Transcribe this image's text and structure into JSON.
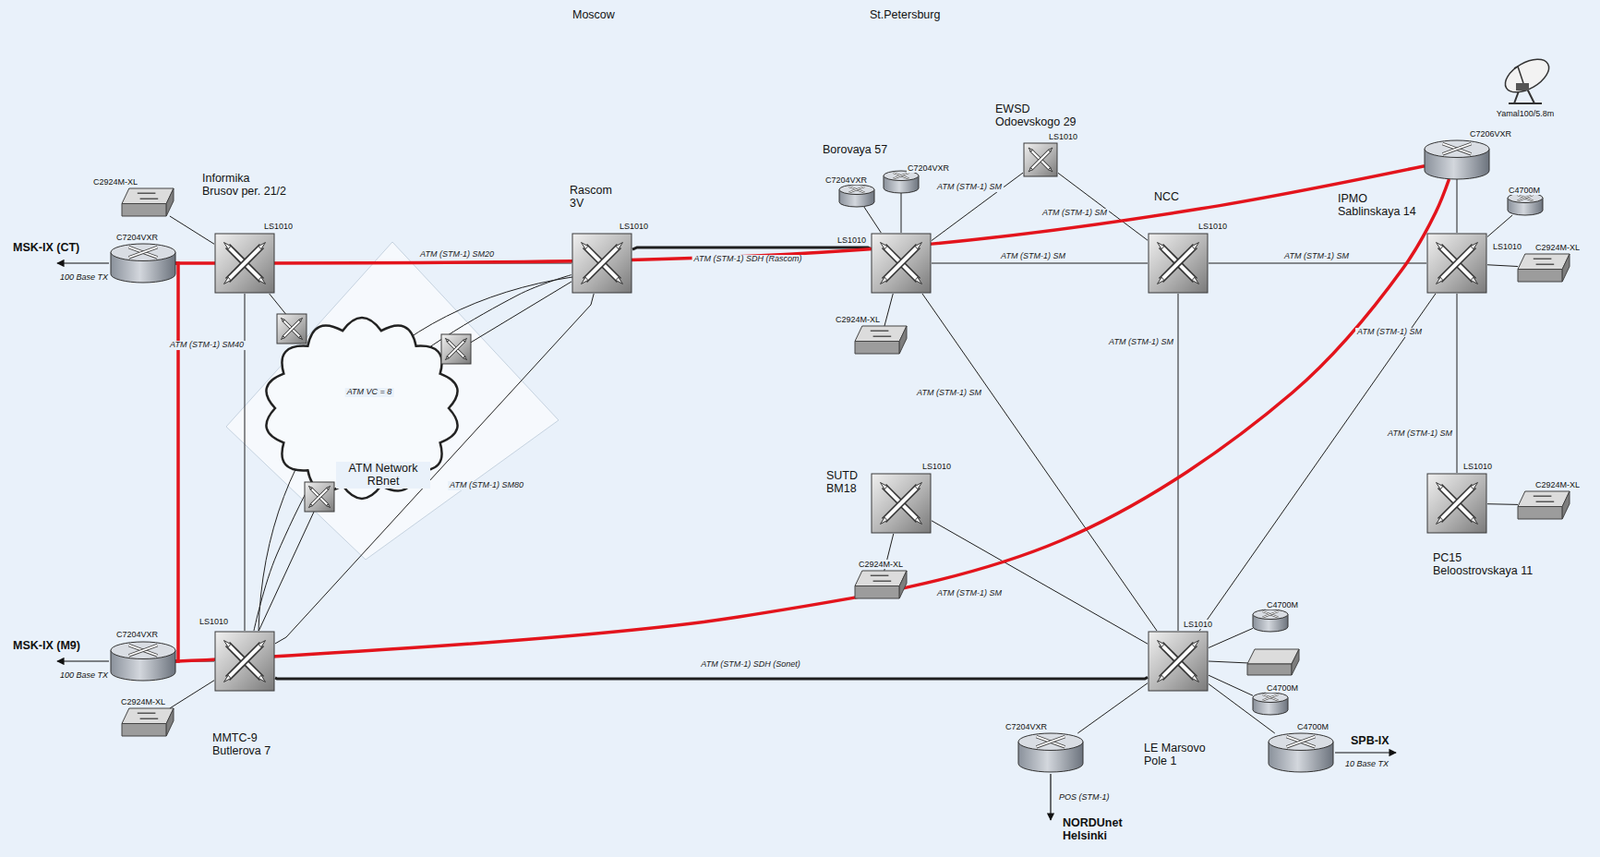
{
  "diagram": {
    "nodes": [
      {
        "text": [
          "Informika Brusov per. 21/2",
          "LS1010"
        ]
      },
      {
        "text": [
          "C7204VXR"
        ]
      },
      {
        "text": [
          "C2924M-XL"
        ]
      },
      {
        "text": [
          "Rascom 3V",
          "LS1010"
        ]
      },
      {
        "text": [
          "ATM Network RBnet"
        ]
      },
      {
        "text": [
          "MMTC-9 Butlerova 7",
          "LS1010"
        ]
      },
      {
        "text": [
          "C7204VXR"
        ]
      },
      {
        "text": [
          "C2924M-XL"
        ]
      },
      {
        "text": [
          "Borovaya 57",
          "LS1010"
        ]
      },
      {
        "text": [
          "C7204VXR"
        ]
      },
      {
        "text": [
          "C7204VXR"
        ]
      },
      {
        "text": [
          "C2924M-XL"
        ]
      },
      {
        "text": [
          "EWSD Odoevskogo 29",
          "LS1010"
        ]
      },
      {
        "text": [
          "NCC",
          "LS1010"
        ]
      },
      {
        "text": [
          "C7206VXR"
        ]
      },
      {
        "text": [
          "Yamal100/5.8m"
        ]
      },
      {
        "text": [
          "IPMO Sablinskaya 14",
          "LS1010"
        ]
      },
      {
        "text": [
          "C4700M"
        ]
      },
      {
        "text": [
          "C2924M-XL"
        ]
      },
      {
        "text": [
          "PC15 Beloostrovskaya 11",
          "LS1010"
        ]
      },
      {
        "text": [
          "C2924M-XL"
        ]
      },
      {
        "text": [
          "SUTD BM18",
          "LS1010"
        ]
      },
      {
        "text": [
          "C2924M-XL"
        ]
      },
      {
        "text": [
          "LE Marsovo Pole 1",
          "LS1010"
        ]
      },
      {
        "text": [
          "C4700M"
        ]
      },
      {
        "text": [
          "C4700M"
        ]
      },
      {
        "text": [
          "C7204VXR"
        ]
      },
      {
        "text": [
          "C4700M"
        ]
      }
    ],
    "edges": [
      {
        "from": 1,
        "to": 0,
        "arrow": "none"
      },
      {
        "from": 2,
        "to": 0,
        "arrow": "none"
      },
      {
        "from": 0,
        "to": 3,
        "label": "ATM (STM-1) SM20",
        "arrow": "none"
      },
      {
        "from": 0,
        "to": 5,
        "label": "ATM (STM-1) SM40",
        "arrow": "none"
      },
      {
        "from": 0,
        "to": 4,
        "arrow": "none"
      },
      {
        "from": 3,
        "to": 4,
        "arrow": "none"
      },
      {
        "from": 5,
        "to": 4,
        "arrow": "none"
      },
      {
        "from": 5,
        "to": 3,
        "label": "ATM (STM-1) SM80",
        "arrow": "none"
      },
      {
        "from": 5,
        "to": 3,
        "label": "ATM VC = 8",
        "arrow": "none"
      },
      {
        "from": 6,
        "to": 5,
        "arrow": "none"
      },
      {
        "from": 7,
        "to": 5,
        "arrow": "none"
      },
      {
        "from": 3,
        "to": 8,
        "label": "ATM (STM-1) SDH (Rascom)",
        "arrow": "none"
      },
      {
        "from": 5,
        "to": 23,
        "label": "ATM (STM-1) SDH (Sonet)",
        "arrow": "none"
      },
      {
        "from": 9,
        "to": 8,
        "arrow": "none"
      },
      {
        "from": 10,
        "to": 8,
        "arrow": "none"
      },
      {
        "from": 11,
        "to": 8,
        "arrow": "none"
      },
      {
        "from": 8,
        "to": 12,
        "label": "ATM (STM-1) SM",
        "arrow": "none"
      },
      {
        "from": 12,
        "to": 13,
        "label": "ATM (STM-1) SM",
        "arrow": "none"
      },
      {
        "from": 8,
        "to": 13,
        "label": "ATM (STM-1) SM",
        "arrow": "none"
      },
      {
        "from": 13,
        "to": 16,
        "label": "ATM (STM-1) SM",
        "arrow": "none"
      },
      {
        "from": 13,
        "to": 23,
        "label": "ATM (STM-1) SM",
        "arrow": "none"
      },
      {
        "from": 8,
        "to": 23,
        "label": "ATM (STM-1) SM",
        "arrow": "none"
      },
      {
        "from": 16,
        "to": 23,
        "label": "ATM (STM-1) SM",
        "arrow": "none"
      },
      {
        "from": 16,
        "to": 19,
        "label": "ATM (STM-1) SM",
        "arrow": "none"
      },
      {
        "from": 21,
        "to": 23,
        "label": "ATM (STM-1) SM",
        "arrow": "none"
      },
      {
        "from": 22,
        "to": 21,
        "arrow": "none"
      },
      {
        "from": 14,
        "to": 16,
        "arrow": "none"
      },
      {
        "from": 17,
        "to": 16,
        "arrow": "none"
      },
      {
        "from": 18,
        "to": 16,
        "arrow": "none"
      },
      {
        "from": 20,
        "to": 19,
        "arrow": "none"
      },
      {
        "from": 24,
        "to": 23,
        "arrow": "none"
      },
      {
        "from": 25,
        "to": 23,
        "arrow": "none"
      },
      {
        "from": 26,
        "to": 23,
        "arrow": "none"
      },
      {
        "from": 27,
        "to": 23,
        "arrow": "none"
      },
      {
        "from": 1,
        "to": 14,
        "arrow": "none"
      },
      {
        "from": 1,
        "to": 6,
        "arrow": "none"
      },
      {
        "from": 6,
        "to": 14,
        "arrow": "none"
      }
    ],
    "labels": [
      "Moscow",
      "St.Petersburg",
      "MSK-IX (CT)",
      "100 Base TX",
      "MSK-IX (M9)",
      "100 Base TX",
      "SPB-IX",
      "10 Base TX",
      "POS (STM-1)",
      "NORDUnet Helsinki"
    ]
  }
}
